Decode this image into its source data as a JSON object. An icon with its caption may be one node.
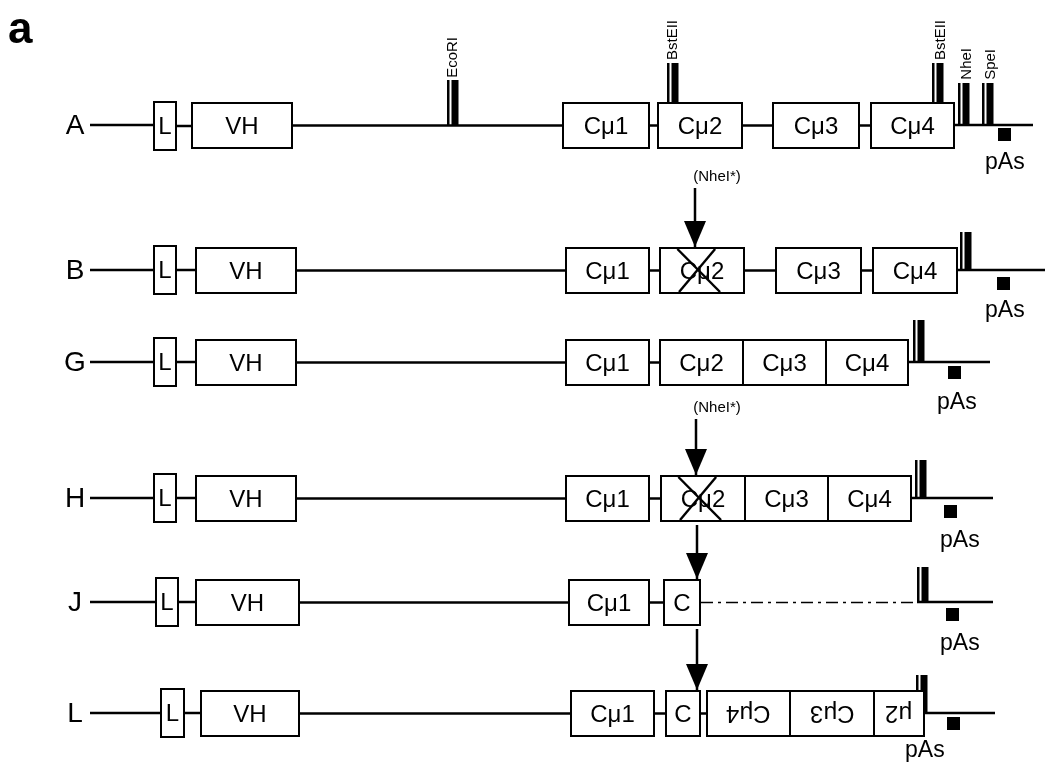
{
  "diagram": {
    "nodes": [
      {
        "text": [
          "A"
        ]
      },
      {
        "text": [
          "L"
        ]
      },
      {
        "text": [
          "VH"
        ]
      },
      {
        "text": [
          "Cμ1"
        ]
      },
      {
        "text": [
          "Cμ2"
        ]
      },
      {
        "text": [
          "Cμ3"
        ]
      },
      {
        "text": [
          "Cμ4"
        ]
      },
      {
        "text": [
          "(NheI*)"
        ]
      },
      {
        "text": [
          "B"
        ]
      },
      {
        "text": [
          "L"
        ]
      },
      {
        "text": [
          "VH"
        ]
      },
      {
        "text": [
          "Cμ1"
        ]
      },
      {
        "text": [
          "Cμ2"
        ]
      },
      {
        "text": [
          "Cμ3"
        ]
      },
      {
        "text": [
          "Cμ4"
        ]
      },
      {
        "text": [
          "G"
        ]
      },
      {
        "text": [
          "L"
        ]
      },
      {
        "text": [
          "VH"
        ]
      },
      {
        "text": [
          "Cμ1"
        ]
      },
      {
        "text": [
          "Cμ2"
        ]
      },
      {
        "text": [
          "Cμ3"
        ]
      },
      {
        "text": [
          "Cμ4"
        ]
      },
      {
        "text": [
          "(NheI*)"
        ]
      },
      {
        "text": [
          "H"
        ]
      },
      {
        "text": [
          "L"
        ]
      },
      {
        "text": [
          "VH"
        ]
      },
      {
        "text": [
          "Cμ1"
        ]
      },
      {
        "text": [
          "Cμ2"
        ]
      },
      {
        "text": [
          "Cμ3"
        ]
      },
      {
        "text": [
          "Cμ4"
        ]
      },
      {
        "text": [
          "J"
        ]
      },
      {
        "text": [
          "L"
        ]
      },
      {
        "text": [
          "VH"
        ]
      },
      {
        "text": [
          "Cμ1"
        ]
      },
      {
        "text": [
          "C"
        ]
      },
      {
        "text": [
          "L"
        ]
      },
      {
        "text": [
          "L"
        ]
      },
      {
        "text": [
          "VH"
        ]
      },
      {
        "text": [
          "Cμ1"
        ]
      },
      {
        "text": [
          "C"
        ]
      },
      {
        "text": [
          "Cμ4"
        ]
      },
      {
        "text": [
          "Cμ3"
        ]
      },
      {
        "text": [
          "μ2"
        ]
      }
    ],
    "edges": [
      {
        "from": 0,
        "to": 1,
        "arrow": "none"
      },
      {
        "from": 1,
        "to": 2,
        "arrow": "none"
      },
      {
        "from": 2,
        "to": 3,
        "arrow": "none"
      },
      {
        "from": 3,
        "to": 4,
        "arrow": "none"
      },
      {
        "from": 4,
        "to": 5,
        "arrow": "none"
      },
      {
        "from": 5,
        "to": 6,
        "arrow": "none"
      },
      {
        "from": 7,
        "to": 12,
        "arrow": "to"
      },
      {
        "from": 8,
        "to": 9,
        "arrow": "none"
      },
      {
        "from": 9,
        "to": 10,
        "arrow": "none"
      },
      {
        "from": 10,
        "to": 11,
        "arrow": "none"
      },
      {
        "from": 11,
        "to": 12,
        "arrow": "none"
      },
      {
        "from": 12,
        "to": 13,
        "arrow": "none"
      },
      {
        "from": 13,
        "to": 14,
        "arrow": "none"
      },
      {
        "from": 15,
        "to": 16,
        "arrow": "none"
      },
      {
        "from": 16,
        "to": 17,
        "arrow": "none"
      },
      {
        "from": 17,
        "to": 18,
        "arrow": "none"
      },
      {
        "from": 18,
        "to": 19,
        "arrow": "none"
      },
      {
        "from": 22,
        "to": 27,
        "arrow": "to"
      },
      {
        "from": 23,
        "to": 24,
        "arrow": "none"
      },
      {
        "from": 24,
        "to": 25,
        "arrow": "none"
      },
      {
        "from": 25,
        "to": 26,
        "arrow": "none"
      },
      {
        "from": 26,
        "to": 27,
        "arrow": "none"
      },
      {
        "from": 27,
        "to": 34,
        "arrow": "to"
      },
      {
        "from": 30,
        "to": 31,
        "arrow": "none"
      },
      {
        "from": 31,
        "to": 32,
        "arrow": "none"
      },
      {
        "from": 32,
        "to": 33,
        "arrow": "none"
      },
      {
        "from": 33,
        "to": 34,
        "arrow": "none"
      },
      {
        "from": 34,
        "to": null,
        "arrow": "none",
        "style": "dashed"
      },
      {
        "from": 34,
        "to": 39,
        "arrow": "to"
      },
      {
        "from": 35,
        "to": 36,
        "arrow": "none"
      },
      {
        "from": 36,
        "to": 37,
        "arrow": "none"
      },
      {
        "from": 37,
        "to": 38,
        "arrow": "none"
      },
      {
        "from": 38,
        "to": 39,
        "arrow": "none"
      },
      {
        "from": 39,
        "to": 40,
        "arrow": "none"
      }
    ],
    "labels": [
      "a",
      "EcoRI",
      "BstEII",
      "BstEII",
      "NheI",
      "SpeI",
      "pAs",
      "pAs",
      "pAs",
      "pAs",
      "pAs",
      "pAs"
    ]
  }
}
